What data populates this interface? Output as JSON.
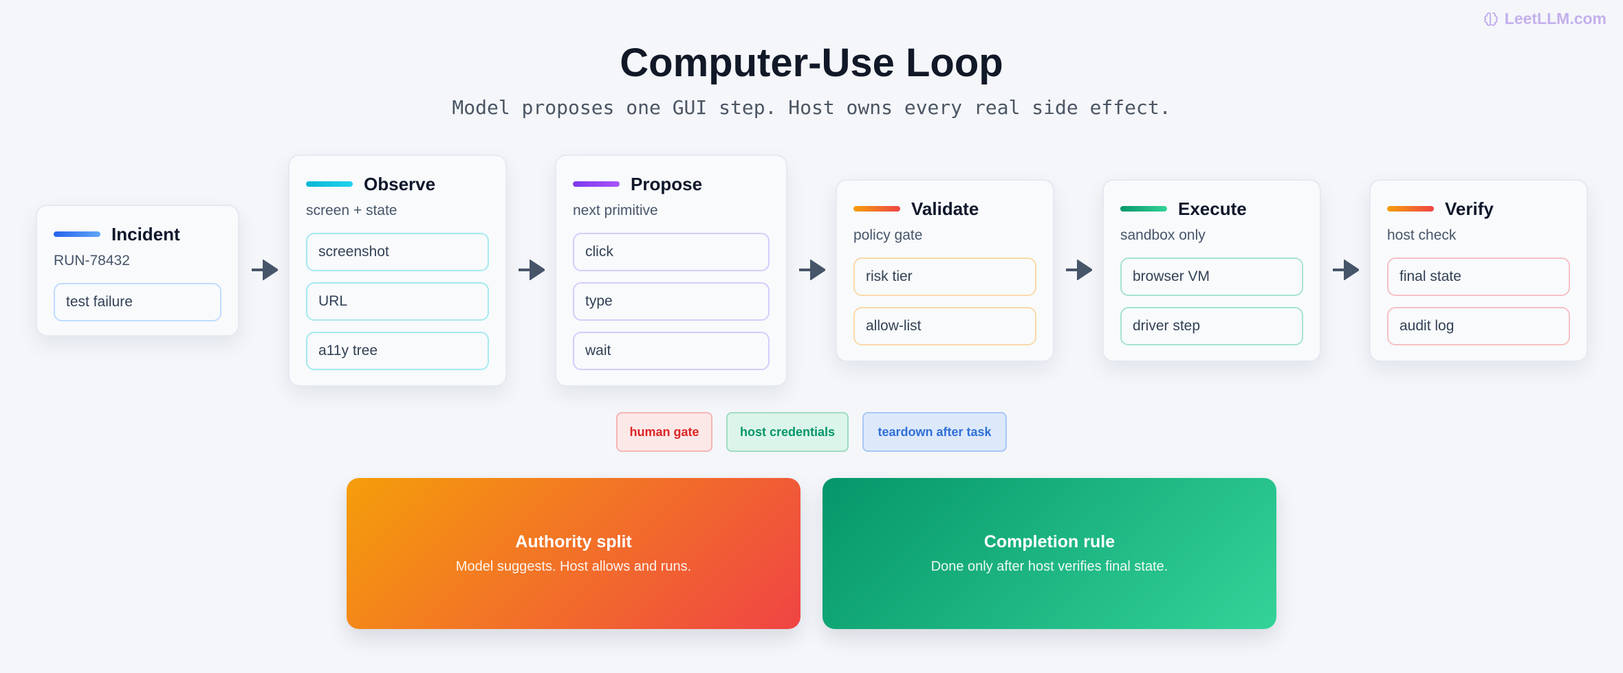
{
  "brand": {
    "name": "LeetLLM.com",
    "icon": "brain-icon",
    "color": "#c4b0ec"
  },
  "title": "Computer-Use Loop",
  "subtitle": "Model proposes one GUI step. Host owns every real side effect.",
  "steps": [
    {
      "title": "Incident",
      "sub": "RUN-78432",
      "accent": [
        "#2563eb",
        "#60a5fa"
      ],
      "chip_border": "#bfdbfe",
      "items": [
        "test failure"
      ]
    },
    {
      "title": "Observe",
      "sub": "screen + state",
      "accent": [
        "#06b6d4",
        "#22d3ee"
      ],
      "chip_border": "#a5e9f0",
      "items": [
        "screenshot",
        "URL",
        "a11y tree"
      ]
    },
    {
      "title": "Propose",
      "sub": "next primitive",
      "accent": [
        "#7c3aed",
        "#a855f7"
      ],
      "chip_border": "#d6ccfb",
      "items": [
        "click",
        "type",
        "wait"
      ]
    },
    {
      "title": "Validate",
      "sub": "policy gate",
      "accent": [
        "#f59e0b",
        "#ef4444"
      ],
      "chip_border": "#fbd9a8",
      "items": [
        "risk tier",
        "allow-list"
      ]
    },
    {
      "title": "Execute",
      "sub": "sandbox only",
      "accent": [
        "#059669",
        "#34d399"
      ],
      "chip_border": "#a7e3cf",
      "items": [
        "browser VM",
        "driver step"
      ]
    },
    {
      "title": "Verify",
      "sub": "host check",
      "accent": [
        "#f59e0b",
        "#ef4444"
      ],
      "chip_border": "#f7c1c4",
      "items": [
        "final state",
        "audit log"
      ]
    }
  ],
  "arrow_color": "#475569",
  "tags": [
    {
      "label": "human gate",
      "bg": "#fde8e8",
      "border": "#f5b5b5",
      "color": "#dc2626"
    },
    {
      "label": "host credentials",
      "bg": "#dcf5ea",
      "border": "#9fdcc0",
      "color": "#059669"
    },
    {
      "label": "teardown after task",
      "bg": "#dde9fb",
      "border": "#a9c6f2",
      "color": "#2f6fd6"
    }
  ],
  "panels": [
    {
      "title": "Authority split",
      "sub": "Model suggests. Host allows and runs.",
      "gradient": [
        "#f59e0b",
        "#ef4444"
      ]
    },
    {
      "title": "Completion rule",
      "sub": "Done only after host verifies final state.",
      "gradient": [
        "#059669",
        "#34d399"
      ]
    }
  ]
}
